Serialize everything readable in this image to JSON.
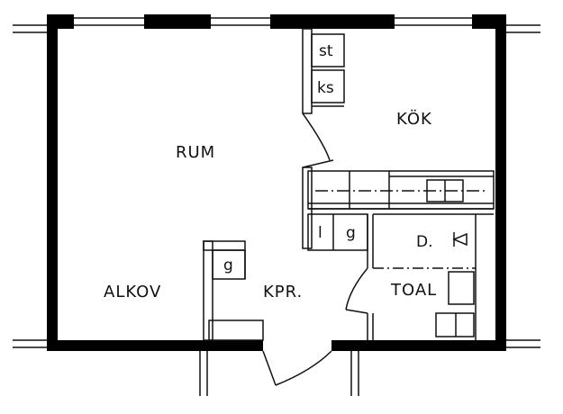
{
  "plan": {
    "rooms": {
      "rum": "RUM",
      "kok": "KÖK",
      "alkov": "ALKOV",
      "kpr": "KPR.",
      "toal": "TOAL",
      "d": "D."
    },
    "fixtures": {
      "st": "st",
      "ks": "ks",
      "l": "l",
      "g1": "g",
      "g2": "g"
    }
  }
}
